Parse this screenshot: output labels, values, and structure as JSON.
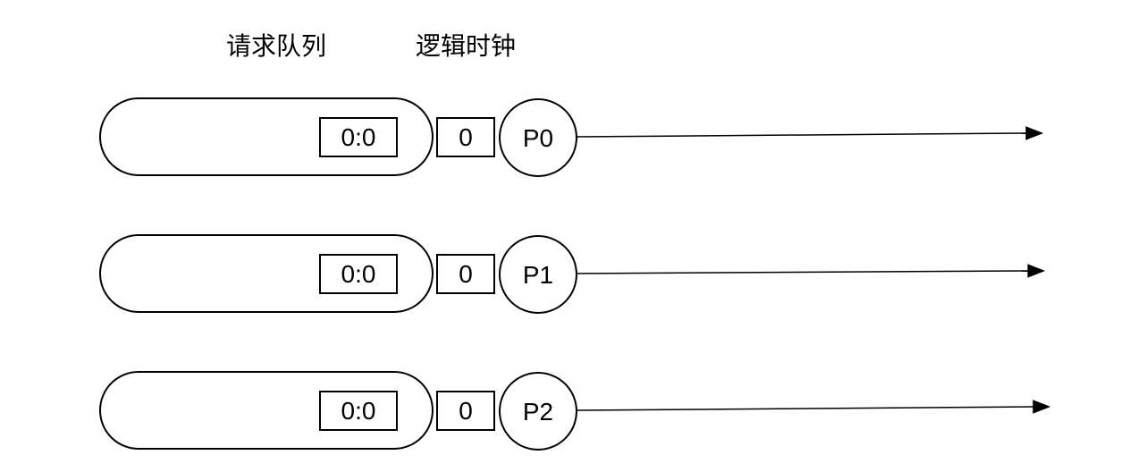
{
  "headers": {
    "queue_label": "请求队列",
    "clock_label": "逻辑时钟"
  },
  "processes": [
    {
      "name": "P0",
      "queue_entry": "0:0",
      "clock": "0"
    },
    {
      "name": "P1",
      "queue_entry": "0:0",
      "clock": "0"
    },
    {
      "name": "P2",
      "queue_entry": "0:0",
      "clock": "0"
    }
  ]
}
